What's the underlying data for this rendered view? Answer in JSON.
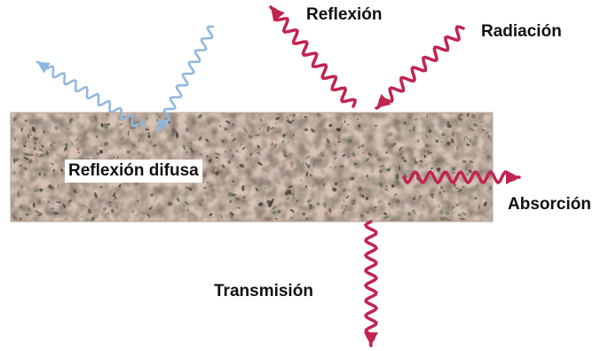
{
  "labels": {
    "reflection": "Reflexión",
    "radiation": "Radiación",
    "diffuse_reflection": "Reflexión difusa",
    "absorption": "Absorción",
    "transmission": "Transmisión"
  },
  "colors": {
    "specular_arrows": "#c0244f",
    "diffuse_arrows": "#8fb7de",
    "slab_base": "#d6c3b4",
    "speckle_dark": "#3e3630",
    "speckle_green": "#4f6b4a",
    "speckle_brown": "#8a5a45"
  }
}
